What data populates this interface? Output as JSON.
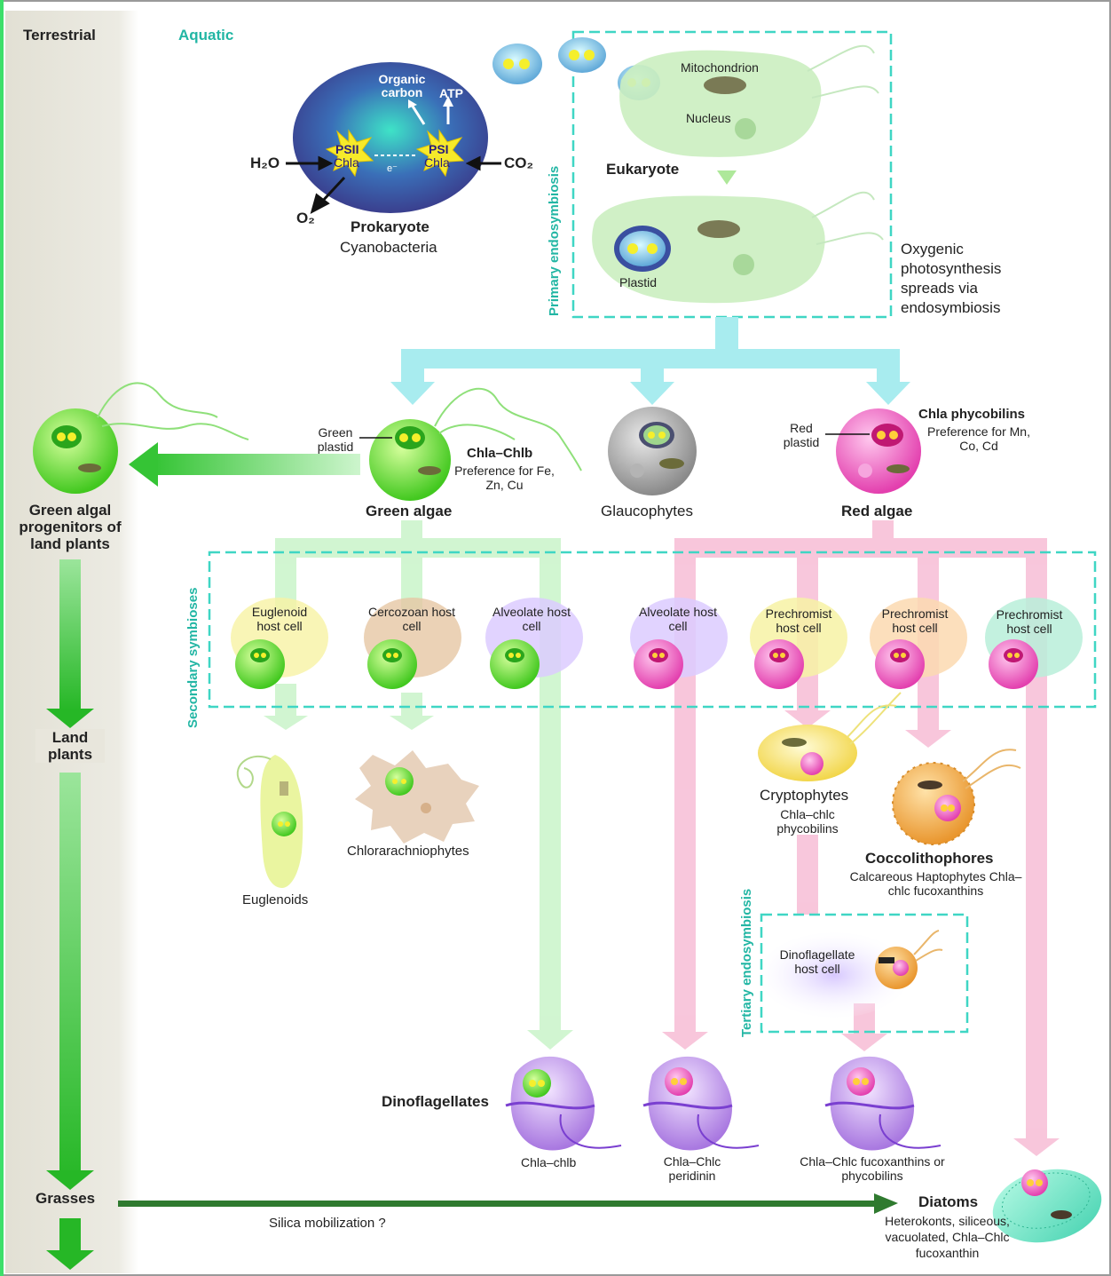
{
  "colors": {
    "teal": "#22b6a4",
    "green_arrow": "#2ec12e",
    "cyan_arrow": "#9fe8ec",
    "pink_arrow": "#f7c3d8",
    "light_green_arrow": "#cdf5cd",
    "silica_arrow": "#2f7a2f",
    "terrestrial_band": "#e7e5dc"
  },
  "headers": {
    "terrestrial": "Terrestrial",
    "aquatic": "Aquatic"
  },
  "prokaryote": {
    "organic_carbon": "Organic carbon",
    "atp": "ATP",
    "psii": "PSII",
    "psii_chl": "Chla",
    "psi": "PSI",
    "psi_chl": "Chla",
    "electron": "e⁻",
    "h2o": "H₂O",
    "co2": "CO₂",
    "o2": "O₂",
    "title": "Prokaryote",
    "subtitle": "Cyanobacteria"
  },
  "primary": {
    "label": "Primary endosymbiosis",
    "mitochondrion": "Mitochondrion",
    "nucleus": "Nucleus",
    "eukaryote": "Eukaryote",
    "plastid": "Plastid",
    "note": "Oxygenic photosynthesis spreads via endosymbiosis"
  },
  "lineages": {
    "green_plastid": "Green plastid",
    "green_pigments": "Chla–Chlb",
    "green_pref": "Preference for Fe, Zn, Cu",
    "green_name": "Green algae",
    "glauco_name": "Glaucophytes",
    "red_plastid": "Red plastid",
    "red_pigments": "Chla phycobilins",
    "red_pref": "Preference for Mn, Co, Cd",
    "red_name": "Red algae"
  },
  "terrestrial": {
    "progenitors": "Green algal progenitors of land plants",
    "land_plants": "Land plants",
    "grasses": "Grasses"
  },
  "secondary": {
    "label": "Secondary symbioses",
    "hosts": [
      "Euglenoid host cell",
      "Cercozoan host cell",
      "Alveolate host cell",
      "Alveolate host cell",
      "Prechromist host cell",
      "Prechromist host cell",
      "Prechromist host cell"
    ]
  },
  "outcomes": {
    "euglenoids": "Euglenoids",
    "chlorarachniophytes": "Chlorarachniophytes",
    "cryptophytes": "Cryptophytes",
    "cryptophytes_pigments": "Chla–chlc phycobilins",
    "coccolithophores": "Coccolithophores",
    "coccolithophores_desc": "Calcareous Haptophytes Chla–chlc fucoxanthins"
  },
  "tertiary": {
    "label": "Tertiary endosymbiosis",
    "host": "Dinoflagellate host cell"
  },
  "dinoflagellates": {
    "title": "Dinoflagellates",
    "a": "Chla–chlb",
    "b": "Chla–Chlc peridinin",
    "c": "Chla–Chlc fucoxanthins or phycobilins"
  },
  "bottom": {
    "silica": "Silica mobilization ?",
    "diatoms": "Diatoms",
    "diatoms_desc": "Heterokonts, siliceous, vacuolated, Chla–Chlc fucoxanthin"
  }
}
